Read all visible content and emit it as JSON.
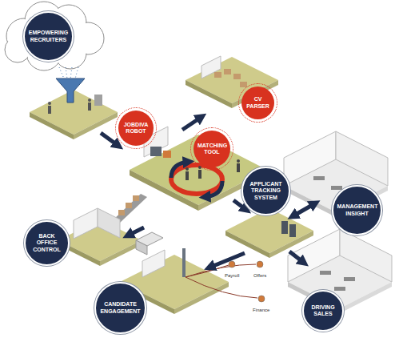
{
  "diagram": {
    "nodes": [
      {
        "text": [
          "EMPOWERING RECRUITERS"
        ]
      },
      {
        "text": [
          "JOBDIVA ROBOT"
        ]
      },
      {
        "text": [
          "CV PARSER"
        ]
      },
      {
        "text": [
          "MATCHING TOOL"
        ]
      },
      {
        "text": [
          "APPLICANT TRACKING SYSTEM"
        ]
      },
      {
        "text": [
          "MANAGEMENT INSIGHT"
        ]
      },
      {
        "text": [
          "BACK OFFICE CONTROL"
        ]
      },
      {
        "text": [
          "CANDIDATE ENGAGEMENT"
        ]
      },
      {
        "text": [
          "DRIVING SALES"
        ]
      }
    ],
    "labels": [
      "Payroll",
      "Offers",
      "Finance"
    ]
  }
}
